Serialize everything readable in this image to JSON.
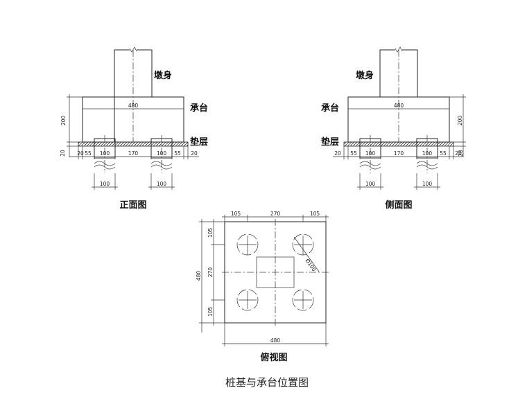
{
  "labels": {
    "pier": "墩身",
    "cap": "承台",
    "cushion": "垫层",
    "front_view": "正面图",
    "side_view": "侧面图",
    "top_view": "俯视图",
    "figure_caption": "桩基与承台位置图"
  },
  "dimensions": {
    "d480": "480",
    "d200": "200",
    "d20": "20",
    "d55": "55",
    "d100": "100",
    "d170": "170",
    "d105": "105",
    "d270": "270",
    "d_pile_diameter": "Ø100"
  }
}
